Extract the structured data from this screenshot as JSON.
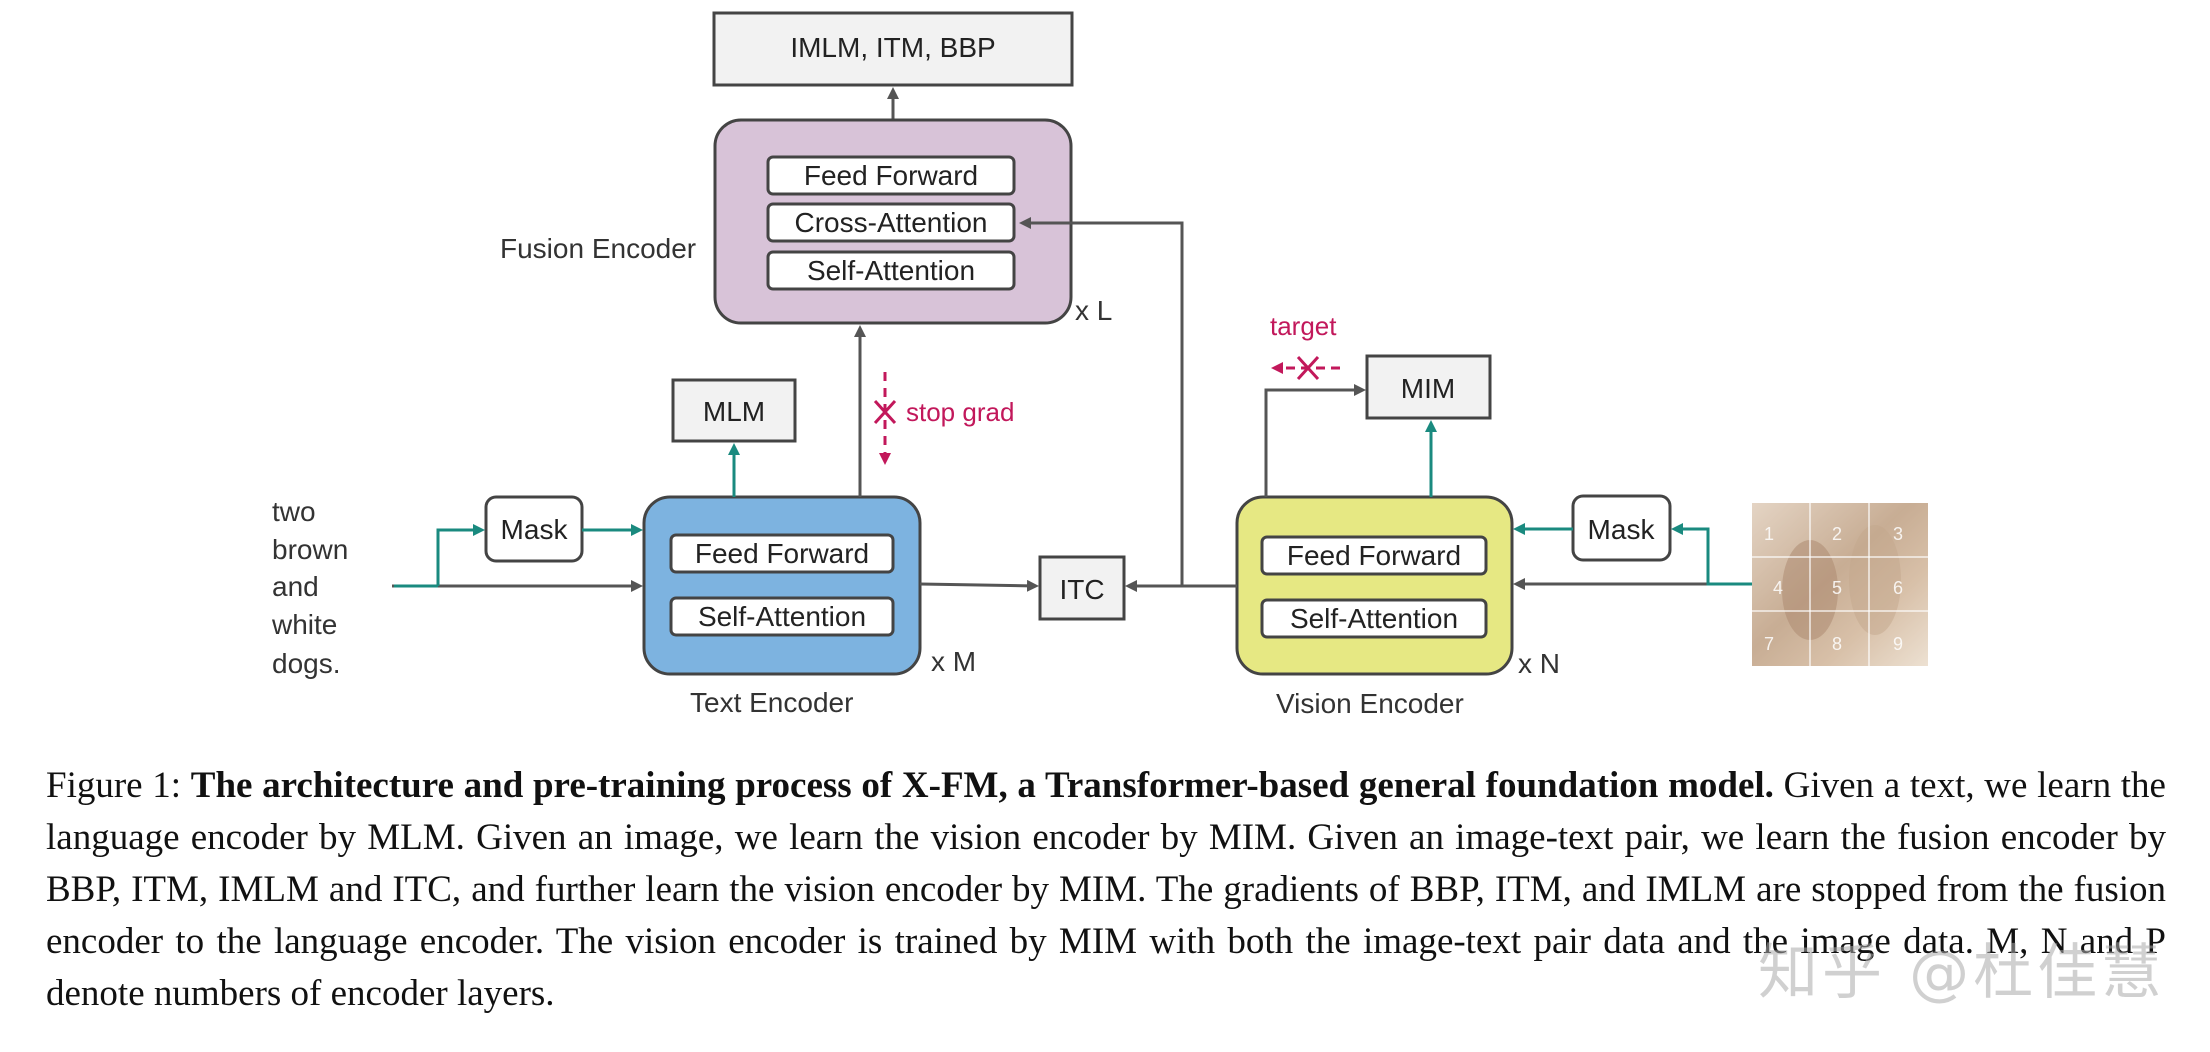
{
  "diagram": {
    "output_box": "IMLM, ITM, BBP",
    "fusion": {
      "caption": "Fusion Encoder",
      "layers": [
        "Feed Forward",
        "Cross-Attention",
        "Self-Attention"
      ],
      "repeat": "x L"
    },
    "text_encoder": {
      "caption": "Text Encoder",
      "layers": [
        "Feed Forward",
        "Self-Attention"
      ],
      "repeat": "x M"
    },
    "vision_encoder": {
      "caption": "Vision Encoder",
      "layers": [
        "Feed Forward",
        "Self-Attention"
      ],
      "repeat": "x N"
    },
    "mlm": "MLM",
    "mim": "MIM",
    "itc": "ITC",
    "mask_text": "Mask",
    "mask_image": "Mask",
    "stop_grad": "stop grad",
    "target": "target",
    "input_text": [
      "two",
      "brown",
      "and",
      "white",
      "dogs."
    ],
    "image_patch_numbers": [
      "1",
      "2",
      "3",
      "4",
      "5",
      "6",
      "7",
      "8",
      "9"
    ]
  },
  "caption": {
    "prefix": "Figure 1: ",
    "title": "The architecture and pre-training process of X-FM, a Transformer-based general foundation model.",
    "body": " Given a text, we learn the language encoder by MLM. Given an image, we learn the vision encoder by MIM. Given an image-text pair, we learn the fusion encoder by BBP, ITM, IMLM and ITC, and further learn the vision encoder by MIM. The gradients of BBP, ITM, and IMLM are stopped from the fusion encoder to the language encoder. The vision encoder is trained by MIM with both the image-text pair data and the image data. M, N and P denote numbers of encoder layers."
  },
  "watermark": "知乎 @杜佳慧",
  "colors": {
    "fusion_fill": "#d8c3d8",
    "text_encoder_fill": "#7db3e0",
    "vision_encoder_fill": "#e6e883",
    "box_fill": "#f2f2f2",
    "arrow_gray": "#555555",
    "arrow_teal": "#1a8a7f",
    "stop_red": "#c2185b"
  }
}
